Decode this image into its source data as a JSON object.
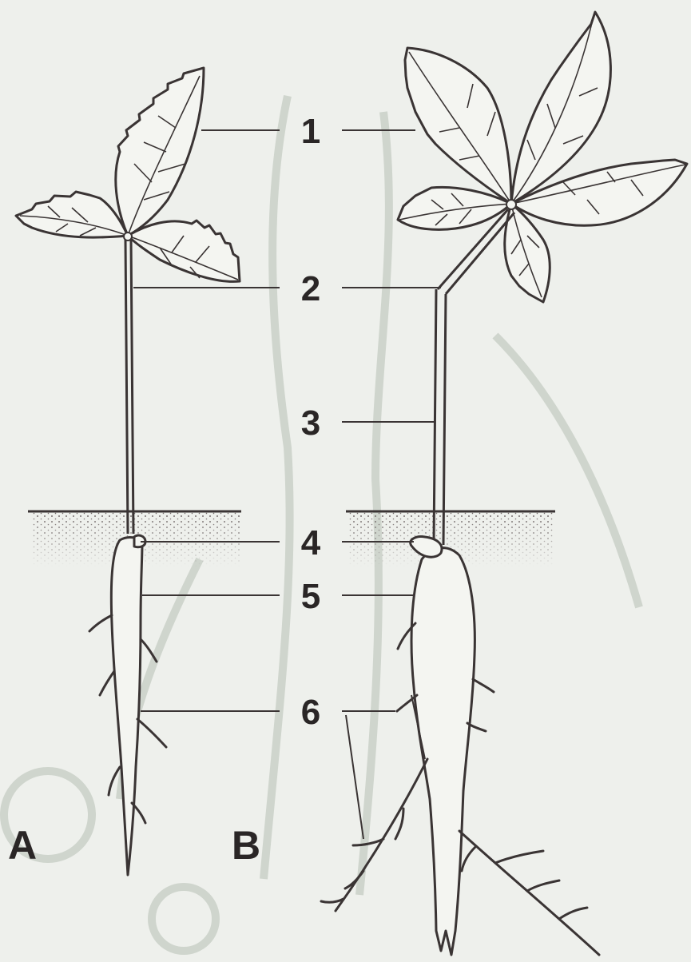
{
  "figure": {
    "panel_labels": [
      "A",
      "B"
    ],
    "callouts": [
      "1",
      "2",
      "3",
      "4",
      "5",
      "6"
    ]
  },
  "colors": {
    "background": "#eef0ec",
    "ink": "#3a3434",
    "soil": "#6b6262",
    "watermark": "#cfd5cd"
  }
}
